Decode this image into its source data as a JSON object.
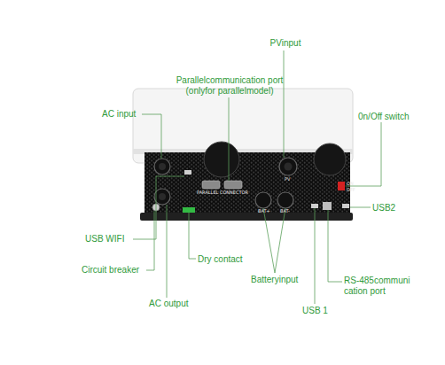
{
  "diagram": {
    "labels": [
      "PVinput",
      "Parallelcommunication port (onlyfor parallelmodel)",
      "AC input",
      "0n/Off switch",
      "USB2",
      "USB WIFI",
      "Dry contact",
      "Circuit breaker",
      "Batteryinput",
      "RS-485communi cation port",
      "AC output",
      "USB 1",
      "PARALLEL CONNECTOR",
      "BAT+",
      "BAT-",
      "ON",
      "OFF",
      "PV"
    ]
  }
}
